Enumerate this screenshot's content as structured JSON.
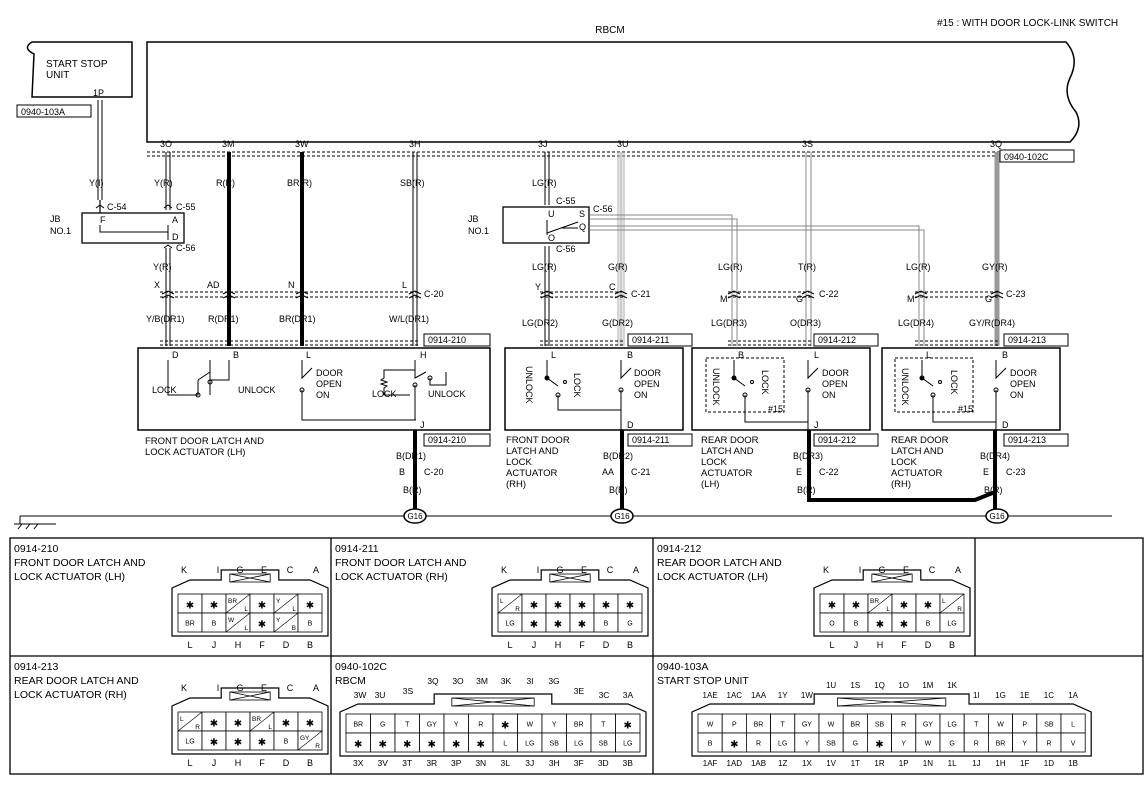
{
  "header": {
    "note": "#15 : WITH DOOR LOCK-LINK SWITCH",
    "rbcm": "RBCM"
  },
  "start_stop": {
    "title1": "START STOP",
    "title2": "UNIT",
    "pin": "1P",
    "code": "0940-103A"
  },
  "rbcm_pins": [
    "3O",
    "3M",
    "3W",
    "3H",
    "3J",
    "3U",
    "3S",
    "3Q"
  ],
  "rbcm_code": "0940-102C",
  "wires": {
    "y_i": "Y(I)",
    "y_r": "Y(R)",
    "y_r2": "Y(R)",
    "r_r": "R(R)",
    "br_r": "BR(R)",
    "sb_r": "SB(R)",
    "lg_r": "LG(R)",
    "lg_r2": "LG(R)",
    "g_r": "G(R)",
    "lg_r3": "LG(R)",
    "t_r": "T(R)",
    "lg_r4": "LG(R)",
    "gy_r": "GY(R)",
    "yb_dr1": "Y/B(DR1)",
    "r_dr1": "R(DR1)",
    "br_dr1": "BR(DR1)",
    "wl_dr1": "W/L(DR1)",
    "lg_dr2": "LG(DR2)",
    "g_dr2": "G(DR2)",
    "lg_dr3": "LG(DR3)",
    "o_dr3": "O(DR3)",
    "lg_dr4": "LG(DR4)",
    "gyr_dr4": "GY/R(DR4)",
    "b_dr1": "B(DR1)",
    "b_dr2": "B(DR2)",
    "b_dr3": "B(DR3)",
    "b_dr4": "B(DR4)",
    "b_r1": "B(R)",
    "b_r2": "B(R)",
    "b_r3": "B(R)",
    "b_r4": "B(R)"
  },
  "connectors": {
    "c54": "C-54",
    "c55": "C-55",
    "c56": "C-56",
    "c55b": "C-55",
    "c56b": "C-56",
    "c56c": "C-56",
    "c20": "C-20",
    "c21": "C-21",
    "c22": "C-22",
    "c23": "C-23",
    "c20b": "C-20",
    "c21b": "C-21",
    "c22b": "C-22",
    "c23b": "C-23",
    "p_x": "X",
    "p_ad": "AD",
    "p_n": "N",
    "p_l": "L",
    "p_y": "Y",
    "p_c": "C",
    "p_m": "M",
    "p_g": "G",
    "p_m2": "M",
    "p_g2": "G",
    "p_b1": "B",
    "p_b2": "B",
    "p_aa": "AA",
    "p_e1": "E",
    "p_e2": "E"
  },
  "jb1": {
    "title1": "JB",
    "title2": "NO.1",
    "f": "F",
    "a": "A",
    "d": "D"
  },
  "jb2": {
    "title1": "JB",
    "title2": "NO.1",
    "u": "U",
    "s": "S",
    "q": "Q",
    "o": "O"
  },
  "ground": "G16",
  "modules": [
    {
      "code": "0914-210",
      "pins": [
        "D",
        "B",
        "L",
        "H",
        "J"
      ],
      "lock": "LOCK",
      "unlock": "UNLOCK",
      "door": "DOOR",
      "open": "OPEN",
      "on": "ON",
      "lock2": "LOCK",
      "unlock2": "UNLOCK",
      "label1": "FRONT DOOR LATCH AND",
      "label2": "LOCK ACTUATOR (LH)"
    },
    {
      "code": "0914-211",
      "pins": [
        "L",
        "B",
        "D"
      ],
      "unlock": "UNLOCK",
      "lock": "LOCK",
      "door": "DOOR",
      "open": "OPEN",
      "on": "ON",
      "label1": "FRONT DOOR",
      "label2": "LATCH AND",
      "label3": "LOCK",
      "label4": "ACTUATOR",
      "label5": "(RH)"
    },
    {
      "code": "0914-212",
      "pins": [
        "B",
        "L",
        "J"
      ],
      "unlock": "UNLOCK",
      "lock": "LOCK",
      "door": "DOOR",
      "open": "OPEN",
      "on": "ON",
      "note": "#15",
      "label1": "REAR DOOR",
      "label2": "LATCH AND",
      "label3": "LOCK",
      "label4": "ACTUATOR",
      "label5": "(LH)"
    },
    {
      "code": "0914-213",
      "pins": [
        "L",
        "B",
        "D"
      ],
      "unlock": "UNLOCK",
      "lock": "LOCK",
      "door": "DOOR",
      "open": "OPEN",
      "on": "ON",
      "note": "#15",
      "label1": "REAR DOOR",
      "label2": "LATCH AND",
      "label3": "LOCK",
      "label4": "ACTUATOR",
      "label5": "(RH)"
    }
  ],
  "panels": [
    {
      "code": "0914-210",
      "line1": "FRONT DOOR LATCH AND",
      "line2": "LOCK ACTUATOR (LH)",
      "top_letters": [
        "K",
        "I",
        "G",
        "E",
        "C",
        "A"
      ],
      "bottom_letters": [
        "L",
        "J",
        "H",
        "F",
        "D",
        "B"
      ],
      "row1": [
        "*",
        "*",
        "BR/L",
        "*",
        "Y/L",
        "*"
      ],
      "row2": [
        "BR",
        "B",
        "W/L",
        "*",
        "Y/B",
        "B"
      ]
    },
    {
      "code": "0914-211",
      "line1": "FRONT DOOR LATCH AND",
      "line2": "LOCK ACTUATOR (RH)",
      "top_letters": [
        "K",
        "I",
        "G",
        "E",
        "C",
        "A"
      ],
      "bottom_letters": [
        "L",
        "J",
        "H",
        "F",
        "D",
        "B"
      ],
      "row1": [
        "L/R",
        "*",
        "*",
        "*",
        "*",
        "*"
      ],
      "row2": [
        "LG",
        "*",
        "*",
        "*",
        "B",
        "G"
      ]
    },
    {
      "code": "0914-212",
      "line1": "REAR DOOR LATCH AND",
      "line2": "LOCK ACTUATOR (LH)",
      "top_letters": [
        "K",
        "I",
        "G",
        "E",
        "C",
        "A"
      ],
      "bottom_letters": [
        "L",
        "J",
        "H",
        "F",
        "D",
        "B"
      ],
      "row1": [
        "*",
        "*",
        "BR/L",
        "*",
        "*",
        "L/R"
      ],
      "row2": [
        "O",
        "B",
        "*",
        "*",
        "B",
        "LG"
      ]
    },
    {
      "code": "0914-213",
      "line1": "REAR DOOR LATCH AND",
      "line2": "LOCK ACTUATOR (RH)",
      "top_letters": [
        "K",
        "I",
        "G",
        "E",
        "C",
        "A"
      ],
      "bottom_letters": [
        "L",
        "J",
        "H",
        "F",
        "D",
        "B"
      ],
      "row1": [
        "L/R",
        "*",
        "*",
        "BR/L",
        "*",
        "*"
      ],
      "row2": [
        "LG",
        "*",
        "*",
        "*",
        "B",
        "GY/R"
      ]
    },
    {
      "code": "0940-102C",
      "line1": "RBCM",
      "top_letters": [
        "3W",
        "3U",
        "3S",
        "3Q",
        "3O",
        "3M",
        "3K",
        "3I",
        "3G",
        "3E",
        "3C",
        "3A"
      ],
      "bottom_letters": [
        "3X",
        "3V",
        "3T",
        "3R",
        "3P",
        "3N",
        "3L",
        "3J",
        "3H",
        "3F",
        "3D",
        "3B"
      ],
      "row1": [
        "BR",
        "G",
        "T",
        "GY",
        "Y",
        "R",
        "*",
        "W",
        "Y",
        "BR",
        "T",
        "*"
      ],
      "row2": [
        "*",
        "*",
        "*",
        "*",
        "*",
        "*",
        "L",
        "LG",
        "SB",
        "LG",
        "SB",
        "LG"
      ]
    },
    {
      "code": "0940-103A",
      "line1": "START STOP UNIT",
      "top_letters": [
        "1AE",
        "1AC",
        "1AA",
        "1Y",
        "1W",
        "1U",
        "1S",
        "1Q",
        "1O",
        "1M",
        "1K",
        "1I",
        "1G",
        "1E",
        "1C",
        "1A"
      ],
      "bottom_letters": [
        "1AF",
        "1AD",
        "1AB",
        "1Z",
        "1X",
        "1V",
        "1T",
        "1R",
        "1P",
        "1N",
        "1L",
        "1J",
        "1H",
        "1F",
        "1D",
        "1B"
      ],
      "row1": [
        "W",
        "P",
        "BR",
        "T",
        "GY",
        "W",
        "BR",
        "SB",
        "R",
        "GY",
        "LG",
        "T",
        "W",
        "P",
        "SB",
        "L"
      ],
      "row2": [
        "B",
        "*",
        "R",
        "LG",
        "Y",
        "SB",
        "G",
        "*",
        "Y",
        "W",
        "G",
        "R",
        "BR",
        "Y",
        "R",
        "V"
      ]
    }
  ]
}
